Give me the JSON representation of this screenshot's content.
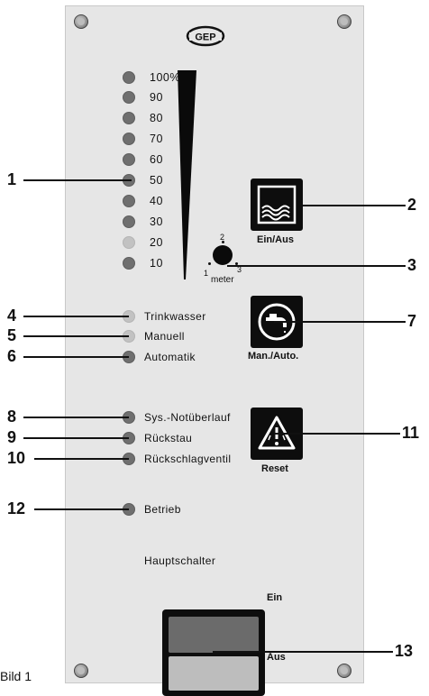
{
  "brand": {
    "logo_text": "GEP"
  },
  "level_scale": {
    "labels": [
      "100%",
      "90",
      "80",
      "70",
      "60",
      "50",
      "40",
      "30",
      "20",
      "10"
    ]
  },
  "distance_selector": {
    "unit": "meter",
    "positions": [
      "1",
      "2",
      "3"
    ]
  },
  "buttons": {
    "power": {
      "label": "Ein/Aus",
      "icon": "water-wave-icon"
    },
    "mode": {
      "label": "Man./Auto.",
      "icon": "faucet-icon"
    },
    "reset": {
      "label": "Reset",
      "icon": "warning-triangle-icon"
    }
  },
  "indicators": {
    "trinkwasser": "Trinkwasser",
    "manuell": "Manuell",
    "automatik": "Automatik",
    "sys_notueberlauf": "Sys.-Notüberlauf",
    "rueckstau": "Rückstau",
    "rueckschlagventil": "Rückschlagventil",
    "betrieb": "Betrieb"
  },
  "main_switch": {
    "title": "Hauptschalter",
    "on_label": "Ein",
    "off_label": "Aus"
  },
  "callouts": {
    "c1": "1",
    "c2": "2",
    "c3": "3",
    "c4": "4",
    "c5": "5",
    "c6": "6",
    "c7": "7",
    "c8": "8",
    "c9": "9",
    "c10": "10",
    "c11": "11",
    "c12": "12",
    "c13": "13"
  },
  "caption": "Bild 1"
}
